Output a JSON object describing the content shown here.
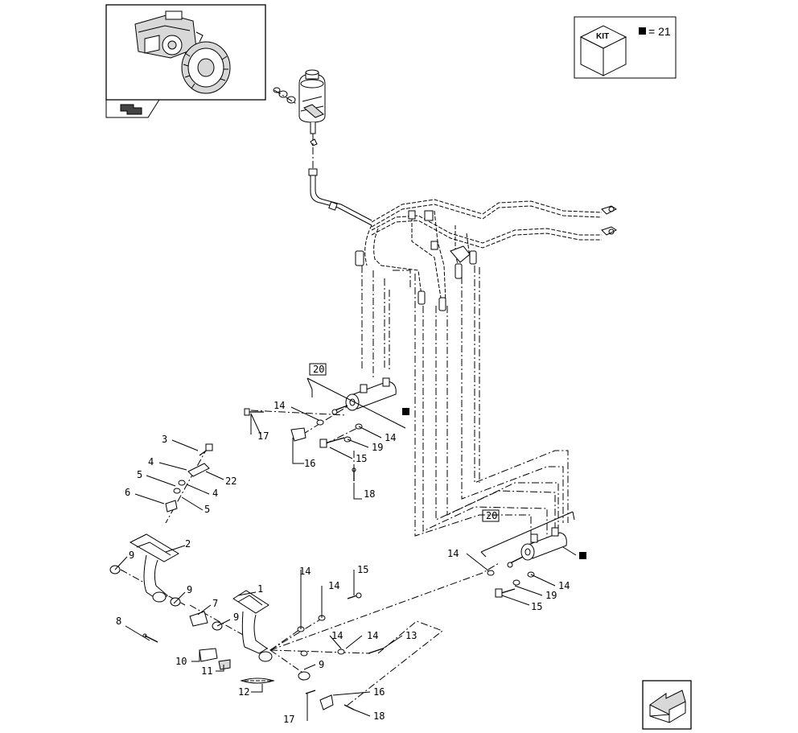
{
  "kit_legend": {
    "badge": "KIT",
    "equals": "= 21"
  },
  "boxed_refs": [
    "20",
    "20"
  ],
  "callouts": [
    {
      "id": "c3",
      "label": "3"
    },
    {
      "id": "c4a",
      "label": "4"
    },
    {
      "id": "c22",
      "label": "22"
    },
    {
      "id": "c4b",
      "label": "4"
    },
    {
      "id": "c5a",
      "label": "5"
    },
    {
      "id": "c5b",
      "label": "5"
    },
    {
      "id": "c6",
      "label": "6"
    },
    {
      "id": "c2",
      "label": "2"
    },
    {
      "id": "c9a",
      "label": "9"
    },
    {
      "id": "c9b",
      "label": "9"
    },
    {
      "id": "c7",
      "label": "7"
    },
    {
      "id": "c9c",
      "label": "9"
    },
    {
      "id": "c8",
      "label": "8"
    },
    {
      "id": "c1",
      "label": "1"
    },
    {
      "id": "c10",
      "label": "10"
    },
    {
      "id": "c11",
      "label": "11"
    },
    {
      "id": "c12",
      "label": "12"
    },
    {
      "id": "c9d",
      "label": "9"
    },
    {
      "id": "c14a",
      "label": "14"
    },
    {
      "id": "c14b",
      "label": "14"
    },
    {
      "id": "c15a",
      "label": "15"
    },
    {
      "id": "c14c",
      "label": "14"
    },
    {
      "id": "c14d",
      "label": "14"
    },
    {
      "id": "c13",
      "label": "13"
    },
    {
      "id": "c16a",
      "label": "16"
    },
    {
      "id": "c17a",
      "label": "17"
    },
    {
      "id": "c18a",
      "label": "18"
    },
    {
      "id": "c14e",
      "label": "14"
    },
    {
      "id": "c17b",
      "label": "17"
    },
    {
      "id": "c16b",
      "label": "16"
    },
    {
      "id": "c14f",
      "label": "14"
    },
    {
      "id": "c19a",
      "label": "19"
    },
    {
      "id": "c15b",
      "label": "15"
    },
    {
      "id": "c18b",
      "label": "18"
    },
    {
      "id": "c14g",
      "label": "14"
    },
    {
      "id": "c14h",
      "label": "14"
    },
    {
      "id": "c19b",
      "label": "19"
    },
    {
      "id": "c15c",
      "label": "15"
    }
  ]
}
